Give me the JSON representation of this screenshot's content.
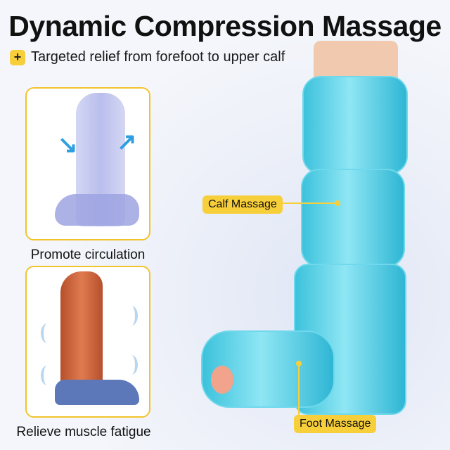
{
  "title": "Dynamic Compression Massage",
  "subtitle": {
    "icon": "plus-icon",
    "text": "Targeted relief from forefoot to upper calf"
  },
  "panels": [
    {
      "caption": "Promote circulation",
      "icon": "circulation-arrows-icon"
    },
    {
      "caption": "Relieve muscle fatigue",
      "icon": "muscle-leg-icon"
    }
  ],
  "callouts": {
    "calf": "Calf Massage",
    "foot": "Foot Massage"
  },
  "colors": {
    "accent": "#f7cf3a",
    "device": "#3cc2dc"
  }
}
